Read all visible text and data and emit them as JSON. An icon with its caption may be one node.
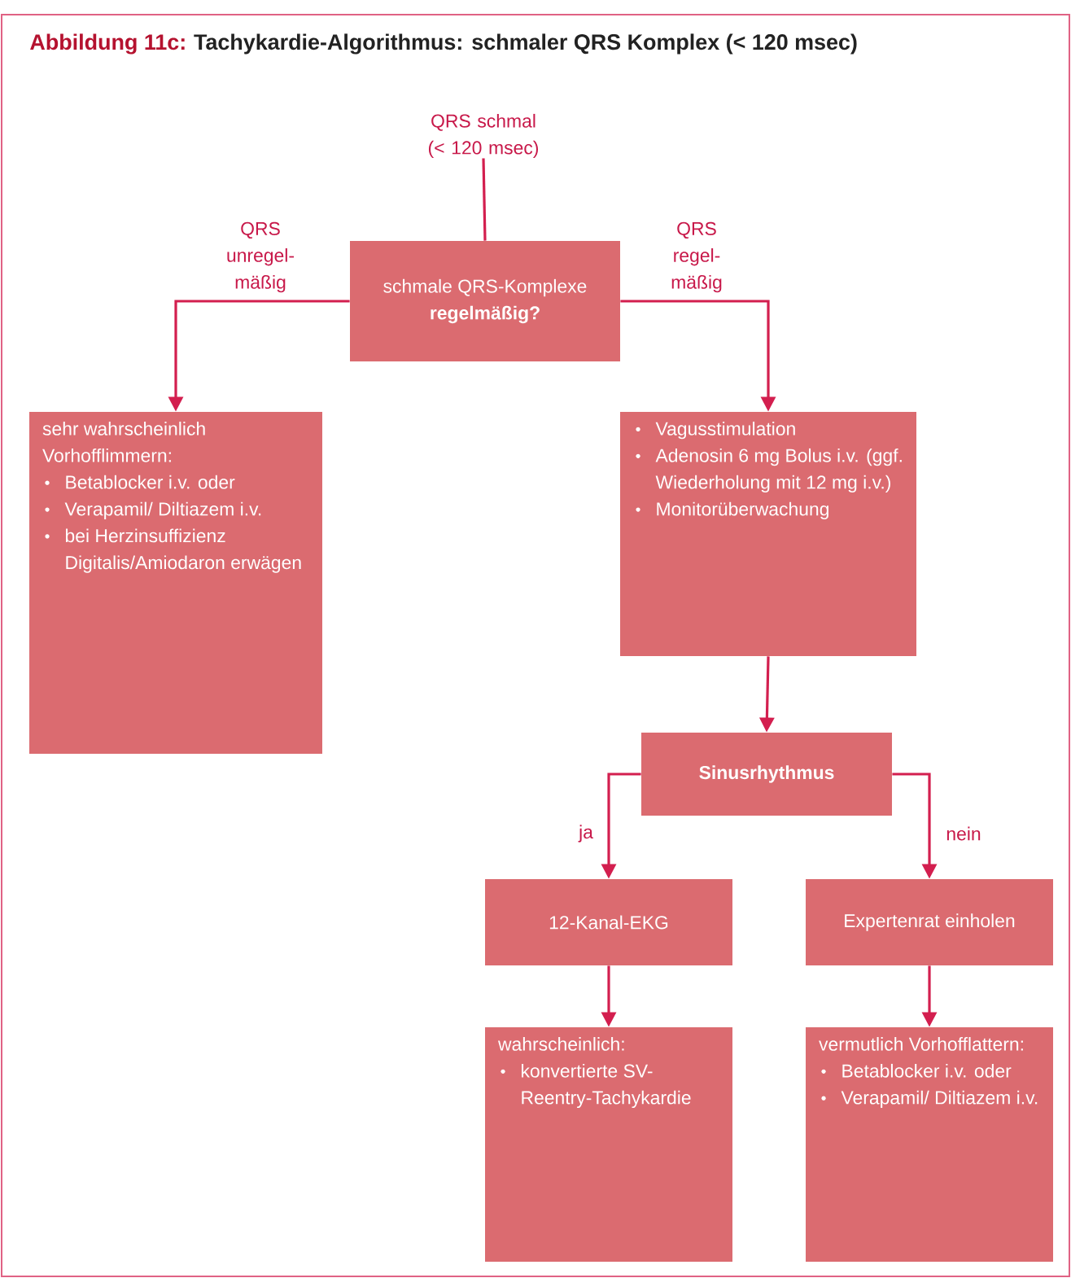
{
  "diagram": {
    "title": "Tachykardie-Algorithmus: schmaler QRS Komplex (< 120 msec)",
    "nodes": [
      {
        "text": [
          "QRS schmal (< 120 msec)"
        ]
      },
      {
        "text": [
          "schmale QRS-Komplexe **regelmäßig?**"
        ]
      },
      {
        "text": [
          "sehr wahrscheinlich Vorhofflimmern:",
          "Betablocker i.v. oder",
          "Verapamil/ Diltiazem i.v.",
          "bei Herzinsuffizienz Digitalis/Amiodaron erwägen"
        ]
      },
      {
        "text": [
          "Vagusstimulation",
          "Adenosin 6 mg Bolus i.v. (ggf. Wiederholung mit 12 mg i.v.)",
          "Monitorüberwachung"
        ]
      },
      {
        "text": [
          "Sinusrhythmus"
        ]
      },
      {
        "text": [
          "12-Kanal-EKG"
        ]
      },
      {
        "text": [
          "Expertenrat einholen"
        ]
      },
      {
        "text": [
          "wahrscheinlich:",
          "konvertierte SV-Reentry-Tachykardie"
        ]
      },
      {
        "text": [
          "vermutlich Vorhofflattern:",
          "Betablocker i.v. oder",
          "Verapamil/ Diltiazem i.v."
        ]
      }
    ],
    "edges": [
      {
        "from": 0,
        "to": 1,
        "arrow": "none"
      },
      {
        "from": 1,
        "to": 2,
        "arrow": "to",
        "label": "QRS unregel-mäßig"
      },
      {
        "from": 1,
        "to": 3,
        "arrow": "to",
        "label": "QRS regel-mäßig"
      },
      {
        "from": 3,
        "to": 4,
        "arrow": "to"
      },
      {
        "from": 4,
        "to": 5,
        "arrow": "to",
        "label": "ja"
      },
      {
        "from": 4,
        "to": 6,
        "arrow": "to",
        "label": "nein"
      },
      {
        "from": 5,
        "to": 7,
        "arrow": "to"
      },
      {
        "from": 6,
        "to": 8,
        "arrow": "to"
      }
    ],
    "labels": [
      "Abbildung 11c:"
    ]
  }
}
